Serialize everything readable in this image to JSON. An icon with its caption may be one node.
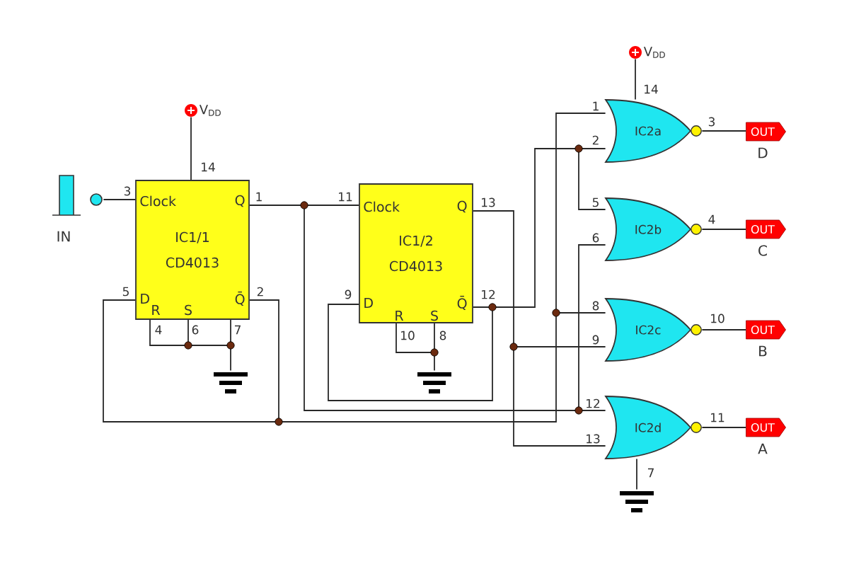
{
  "diagram": {
    "nodes": [
      {
        "text": [
          "IN"
        ]
      },
      {
        "text": [
          "V$_{DD}$"
        ]
      },
      {
        "text": [
          "IC1/1",
          "CD4013"
        ]
      },
      {
        "text": [],
        "shape": "ground"
      },
      {
        "text": [
          "IC1/2",
          "CD4013"
        ]
      },
      {
        "text": [],
        "shape": "ground"
      },
      {
        "text": [
          "V$_{DD}$"
        ]
      },
      {
        "text": [
          "IC2a"
        ]
      },
      {
        "text": [
          "OUT"
        ],
        "beside": [
          "D"
        ]
      },
      {
        "text": [
          "IC2b"
        ]
      },
      {
        "text": [
          "OUT"
        ],
        "beside": [
          "C"
        ]
      },
      {
        "text": [
          "IC2c"
        ]
      },
      {
        "text": [
          "OUT"
        ],
        "beside": [
          "B"
        ]
      },
      {
        "text": [
          "IC2d"
        ]
      },
      {
        "text": [
          "OUT"
        ],
        "beside": [
          "A"
        ]
      },
      {
        "text": [],
        "shape": "ground"
      }
    ],
    "edges": [
      {
        "from": 0,
        "to": 2,
        "arrow": "none"
      },
      {
        "from": 1,
        "to": 2,
        "arrow": "none"
      },
      {
        "from": 6,
        "to": 7,
        "arrow": "none"
      },
      {
        "from": 2,
        "to": 3,
        "arrow": "none"
      },
      {
        "from": 2,
        "to": 4,
        "arrow": "none"
      },
      {
        "from": 2,
        "to": 9,
        "arrow": "none"
      },
      {
        "from": 2,
        "to": 13,
        "arrow": "none"
      },
      {
        "from": 2,
        "to": 2,
        "arrow": "none"
      },
      {
        "from": 2,
        "to": 7,
        "arrow": "none"
      },
      {
        "from": 2,
        "to": 11,
        "arrow": "none"
      },
      {
        "from": 4,
        "to": 5,
        "arrow": "none"
      },
      {
        "from": 4,
        "to": 4,
        "arrow": "none"
      },
      {
        "from": 4,
        "to": 7,
        "arrow": "none"
      },
      {
        "from": 4,
        "to": 9,
        "arrow": "none"
      },
      {
        "from": 4,
        "to": 11,
        "arrow": "none"
      },
      {
        "from": 4,
        "to": 13,
        "arrow": "none"
      },
      {
        "from": 7,
        "to": 8,
        "arrow": "none"
      },
      {
        "from": 9,
        "to": 10,
        "arrow": "none"
      },
      {
        "from": 11,
        "to": 12,
        "arrow": "none"
      },
      {
        "from": 13,
        "to": 14,
        "arrow": "none"
      },
      {
        "from": 13,
        "to": 15,
        "arrow": "none"
      }
    ],
    "labels": [
      "14",
      "3",
      "Clock",
      "Q",
      "1",
      "5",
      "D",
      "Q̄",
      "2",
      "R",
      "S",
      "4",
      "6",
      "7",
      "11",
      "Clock",
      "Q",
      "13",
      "9",
      "D",
      "Q̄",
      "12",
      "R",
      "S",
      "10",
      "8",
      "14",
      "1",
      "3",
      "2",
      "5",
      "4",
      "6",
      "8",
      "10",
      "9",
      "12",
      "11",
      "13",
      "7"
    ]
  }
}
